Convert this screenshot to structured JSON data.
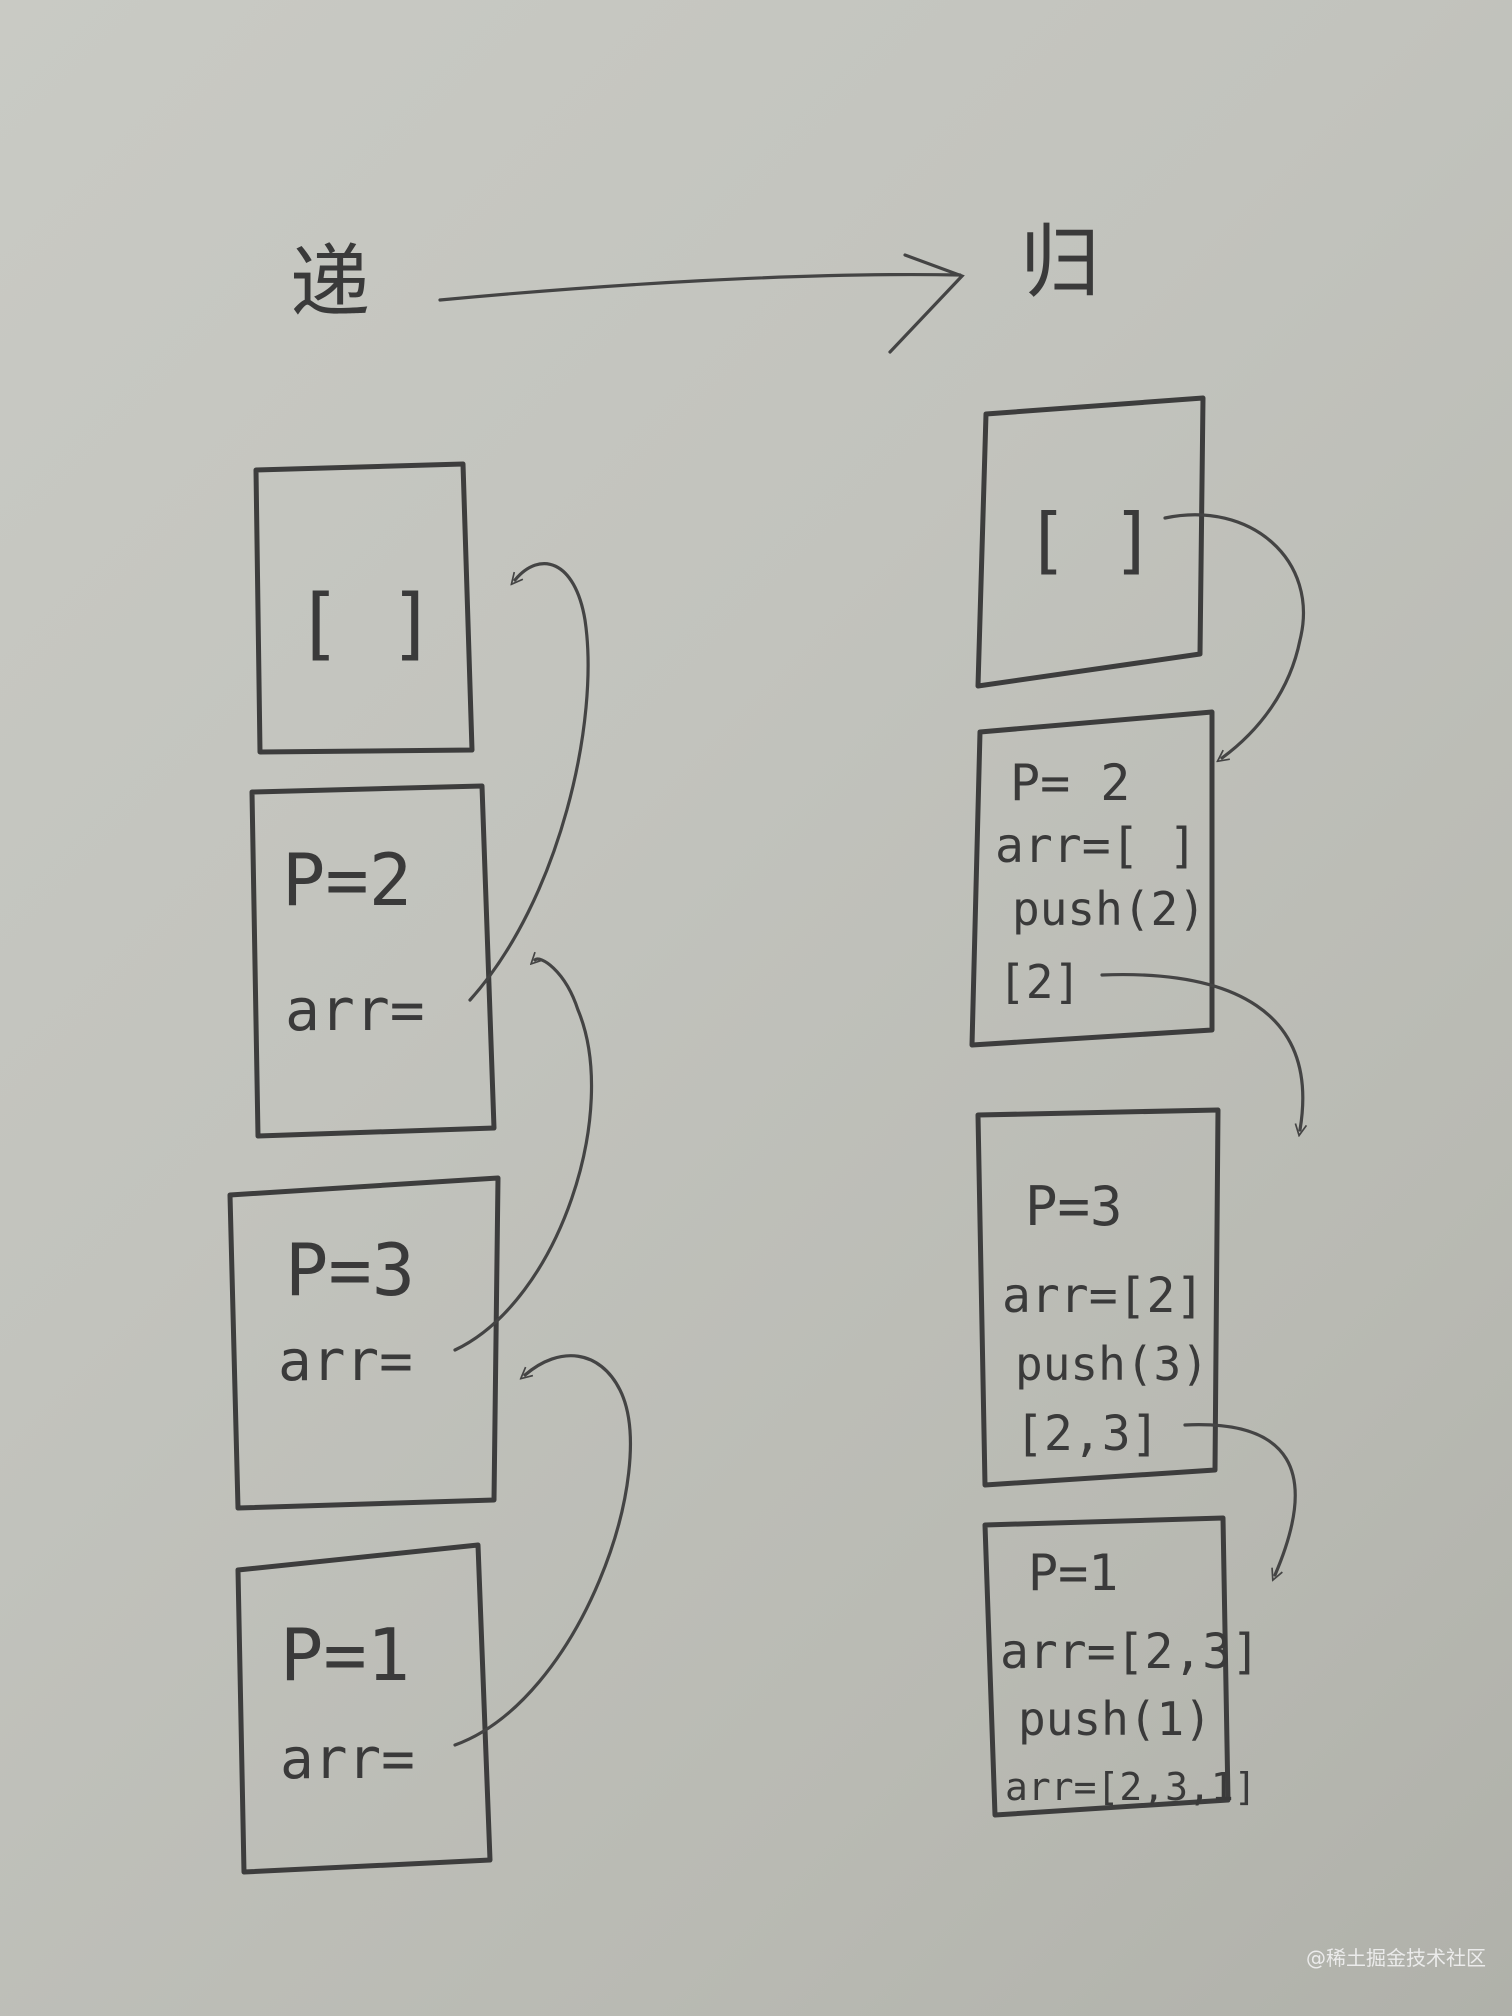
{
  "titles": {
    "left": "递",
    "right": "归"
  },
  "left_stack": {
    "box1": {
      "line1": "[ ]"
    },
    "box2": {
      "line1": "P=2",
      "line2": "arr="
    },
    "box3": {
      "line1": "P=3",
      "line2": "arr="
    },
    "box4": {
      "line1": "P=1",
      "line2": "arr="
    }
  },
  "right_stack": {
    "box1": {
      "line1": "[ ]"
    },
    "box2": {
      "line1": "P= 2",
      "line2": "arr=[ ]",
      "line3": "push(2)",
      "line4": "[2]"
    },
    "box3": {
      "line1": "P=3",
      "line2": "arr=[2]",
      "line3": "push(3)",
      "line4": "[2,3]"
    },
    "box4": {
      "line1": "P=1",
      "line2": "arr=[2,3]",
      "line3": "push(1)",
      "line4": "arr=[2,3,1]"
    }
  },
  "watermark": "@稀土掘金技术社区",
  "colors": {
    "paper": "#c4c5bf",
    "pencil": "#3d3d3d"
  }
}
